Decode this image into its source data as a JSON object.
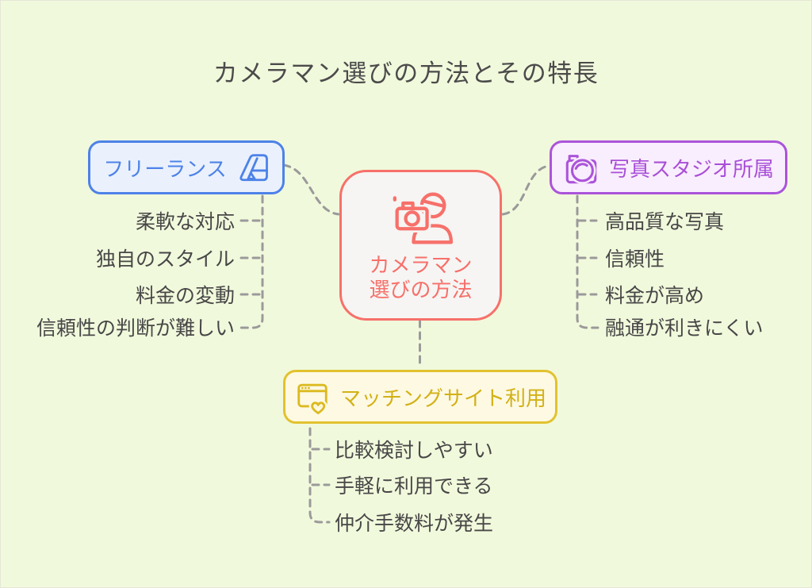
{
  "title": "カメラマン選びの方法とその特長",
  "center": {
    "label_line1": "カメラマン",
    "label_line2": "選びの方法",
    "icon": "photographer-icon",
    "accent_color": "#f7706a",
    "background": "#f6f5f3"
  },
  "branches": [
    {
      "id": "freelance",
      "label": "フリーランス",
      "icon": "design-tool-icon",
      "accent_color": "#4d82e8",
      "background": "#eaf1fd",
      "items": [
        "柔軟な対応",
        "独自のスタイル",
        "料金の変動",
        "信頼性の判断が難しい"
      ]
    },
    {
      "id": "studio",
      "label": "写真スタジオ所属",
      "icon": "camera-icon",
      "accent_color": "#ab54da",
      "background": "#f9eefd",
      "items": [
        "高品質な写真",
        "信頼性",
        "料金が高め",
        "融通が利きにくい"
      ]
    },
    {
      "id": "matching",
      "label": "マッチングサイト利用",
      "icon": "browser-heart-icon",
      "accent_color": "#e2c22e",
      "background": "#fdf9e3",
      "items": [
        "比較検討しやすい",
        "手軽に利用できる",
        "仲介手数料が発生"
      ]
    }
  ],
  "colors": {
    "page_background": "#f1f9dc",
    "title_text": "#4b4b4b",
    "item_text": "#474747",
    "connector": "#9a9a9a"
  }
}
